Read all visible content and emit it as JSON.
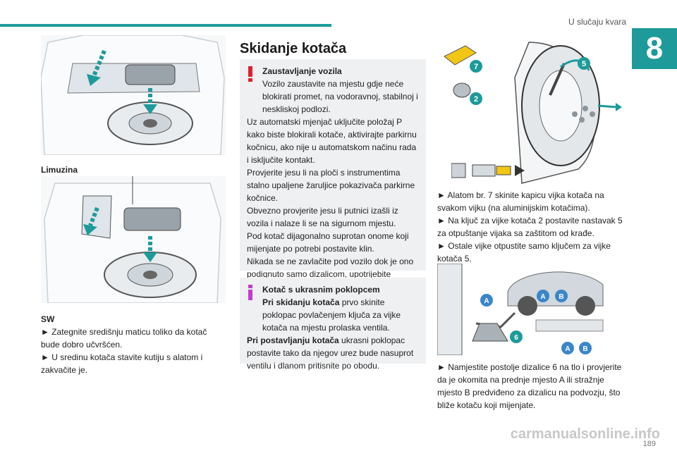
{
  "header": {
    "title": "U slučaju kvara",
    "chapter": "8"
  },
  "left": {
    "caption_limuzina": "Limuzina",
    "caption_sw": "SW",
    "steps": [
      "► Zategnite središnju maticu toliko da kotač bude dobro učvršćen.",
      "► U sredinu kotača stavite kutiju s alatom i zakvačite je."
    ]
  },
  "middle": {
    "title": "Skidanje kotača",
    "warning": {
      "heading": "Zaustavljanje vozila",
      "lines": [
        "Vozilo zaustavite na mjestu gdje neće blokirati promet, na vodoravnoj, stabilnoj i neskliskoj podlozi.",
        "Uz automatski mjenjač uključite položaj P kako biste blokirali kotače, aktivirajte parkirnu kočnicu, ako nije u automatskom načinu rada i isključite kontakt.",
        "Provjerite jesu li na ploči s instrumentima stalno upaljene žaruljice pokazivača parkirne kočnice.",
        "Obvezno provjerite jesu li putnici izašli iz vozila i nalaze li se na sigurnom mjestu.",
        "Pod kotač dijagonalno suprotan onome koji mijenjate po potrebi postavite klin.",
        "Nikada se ne zavlačite pod vozilo dok je ono podignuto samo dizalicom, upotrijebite potporanj."
      ]
    },
    "info": {
      "heading": "Kotač s ukrasnim poklopcem",
      "remove_bold": "Pri skidanju kotača",
      "remove_text": " prvo skinite poklopac povlačenjem ključa za vijke kotača na mjestu prolaska ventila.",
      "fit_bold": "Pri postavljanju kotača",
      "fit_text": " ukrasni poklopac postavite tako da njegov urez bude nasuprot ventilu i dlanom pritisnite po obodu."
    }
  },
  "right": {
    "labels": {
      "tool7": "7",
      "tool2": "2",
      "key5": "5",
      "a": "A",
      "b": "B",
      "jack6": "6"
    },
    "steps1": [
      "► Alatom br. 7 skinite kapicu vijka kotača na svakom vijku (na aluminijskim kotačima).",
      "► Na ključ za vijke kotača 2 postavite nastavak 5 za otpuštanje vijaka sa zaštitom od krađe.",
      "► Ostale vijke otpustite samo ključem za vijke kotača 5."
    ],
    "steps2": [
      "► Namjestite postolje dizalice 6 na tlo i provjerite da je okomita na prednje mjesto A ili stražnje mjesto B predviđeno za dizalicu na podvozju, što bliže kotaču koji mijenjate."
    ]
  },
  "footer": {
    "page": "189",
    "watermark": "carmanualsonline.info"
  },
  "colors": {
    "accent": "#1e9a9a",
    "warning": "#e0202e",
    "info": "#c33ccb"
  }
}
